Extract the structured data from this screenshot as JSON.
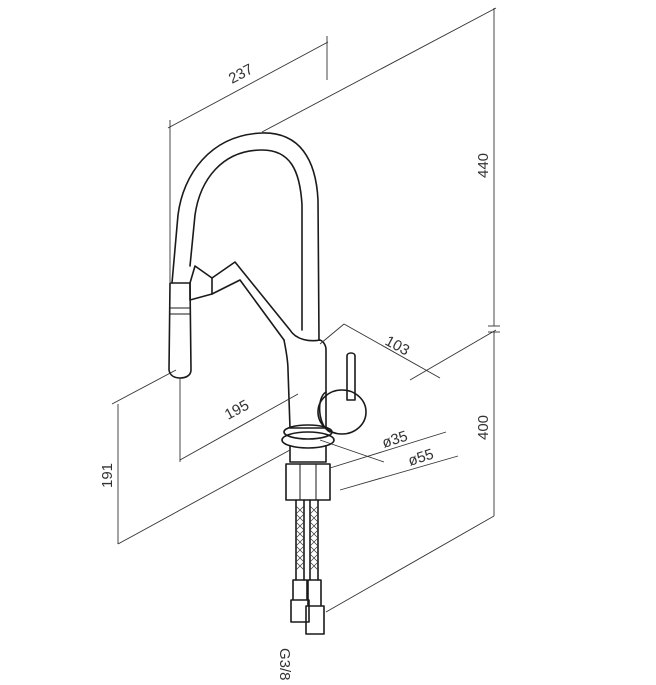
{
  "dimensions": {
    "spout_reach": "237",
    "total_height": "440",
    "handle_offset": "103",
    "spray_offset": "195",
    "base_diameter_inner": "ø35",
    "base_diameter_outer": "ø55",
    "spray_height": "191",
    "body_height": "400",
    "connection_thread": "G3/8"
  },
  "colors": {
    "line": "#1a1a1a",
    "dimension": "#333333",
    "background": "#ffffff"
  }
}
